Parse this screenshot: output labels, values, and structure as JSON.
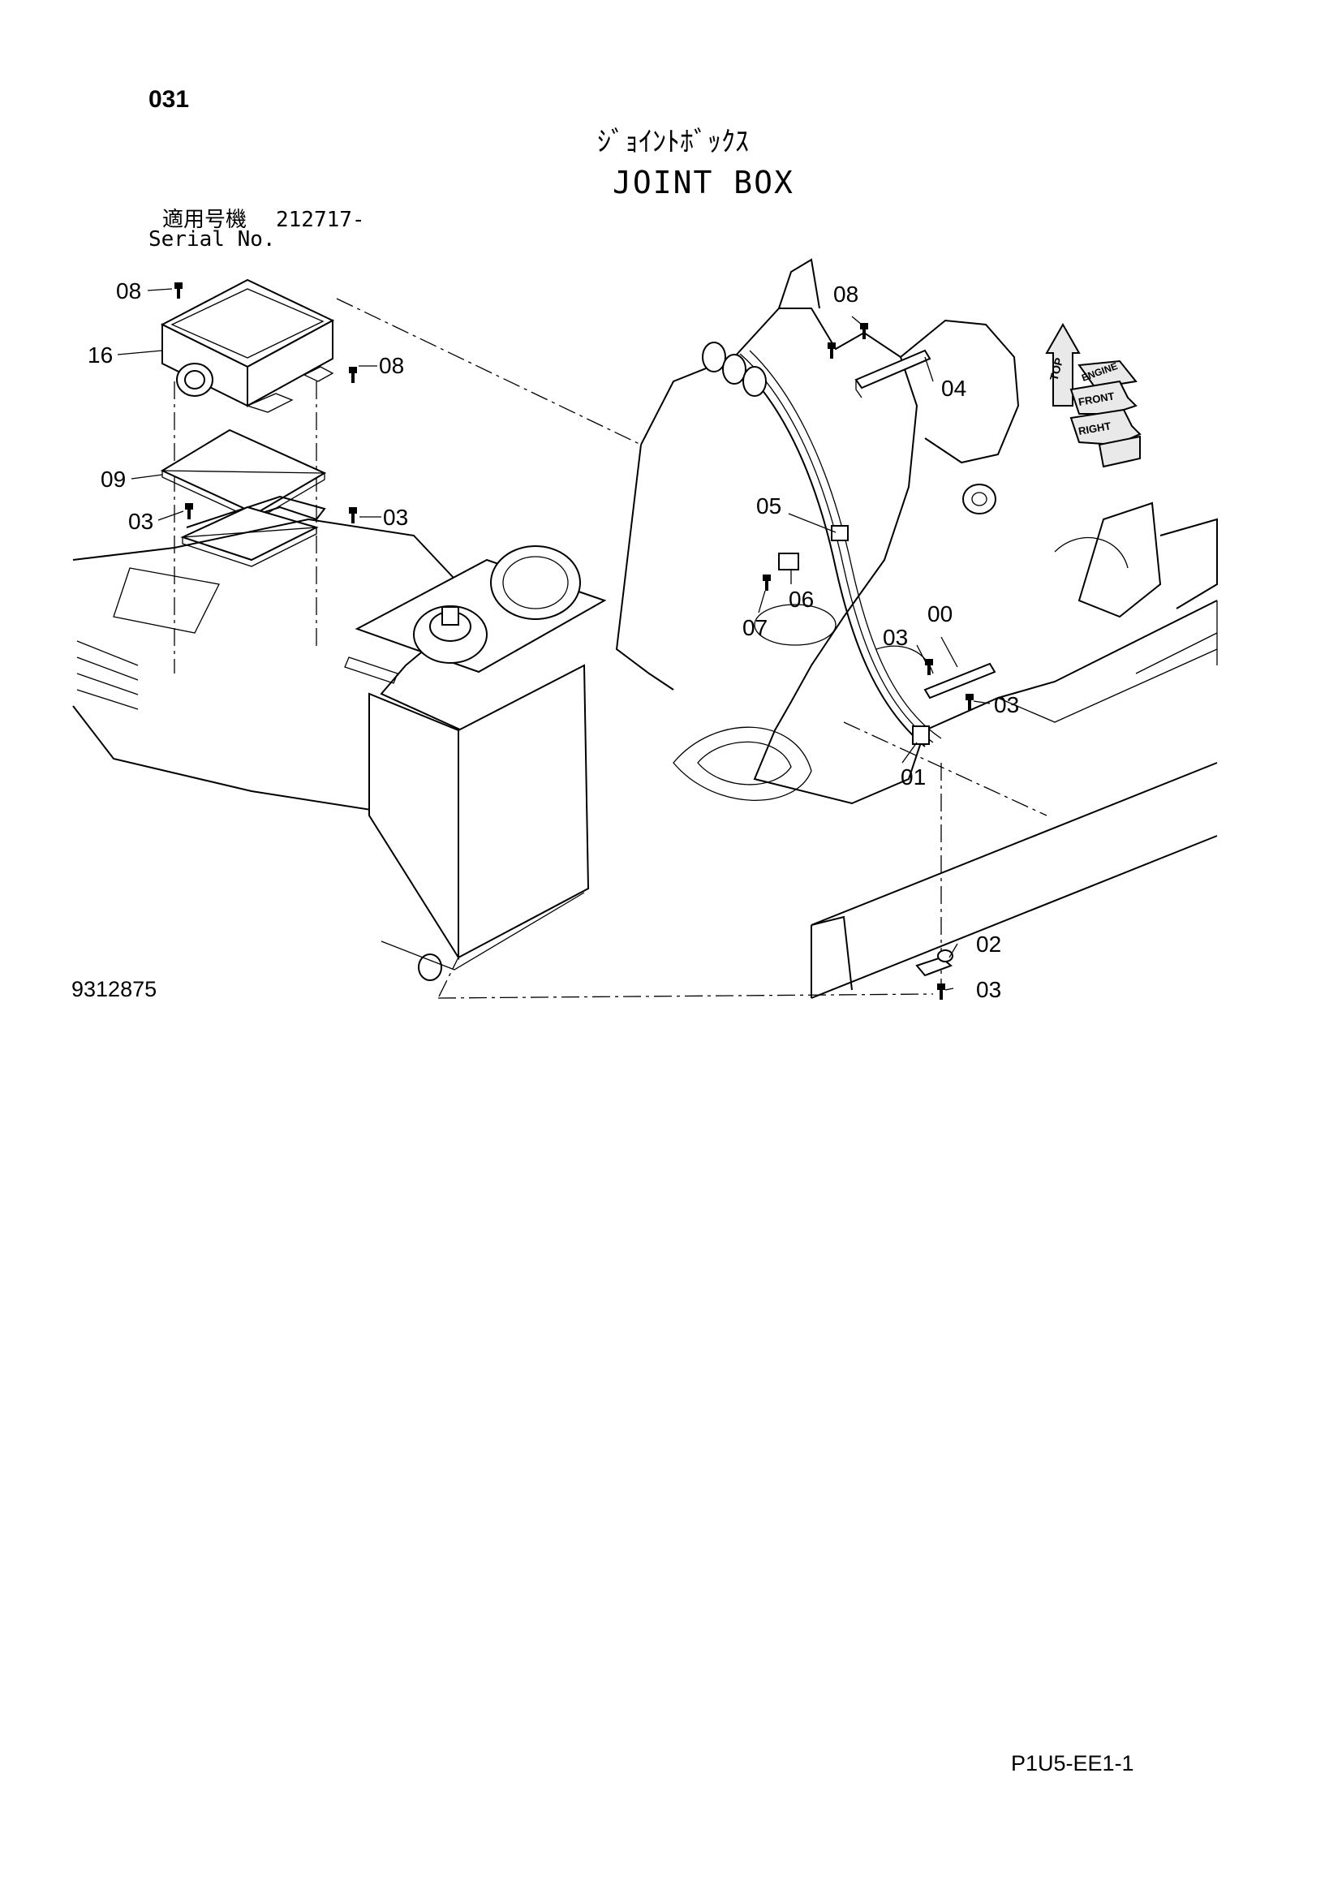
{
  "page": {
    "code": "031",
    "title_jp": "ｼﾞｮｲﾝﾄﾎﾞｯｸｽ",
    "title_en": "JOINT BOX",
    "serial_label_jp": "適用号機",
    "serial_value": "212717-",
    "serial_label_en": "Serial No.",
    "drawing_number": "9312875",
    "page_ref": "P1U5-EE1-1"
  },
  "callouts": {
    "c08a": "08",
    "c16": "16",
    "c08b": "08",
    "c09": "09",
    "c03a": "03",
    "c03b": "03",
    "c08c": "08",
    "c04": "04",
    "c05": "05",
    "c06": "06",
    "c07": "07",
    "c03c": "03",
    "c00": "00",
    "c03d": "03",
    "c01": "01",
    "c02": "02",
    "c03e": "03"
  },
  "orientation": {
    "top": "TOP",
    "front": "FRONT",
    "right": "RIGHT",
    "engine": "ENGINE"
  }
}
